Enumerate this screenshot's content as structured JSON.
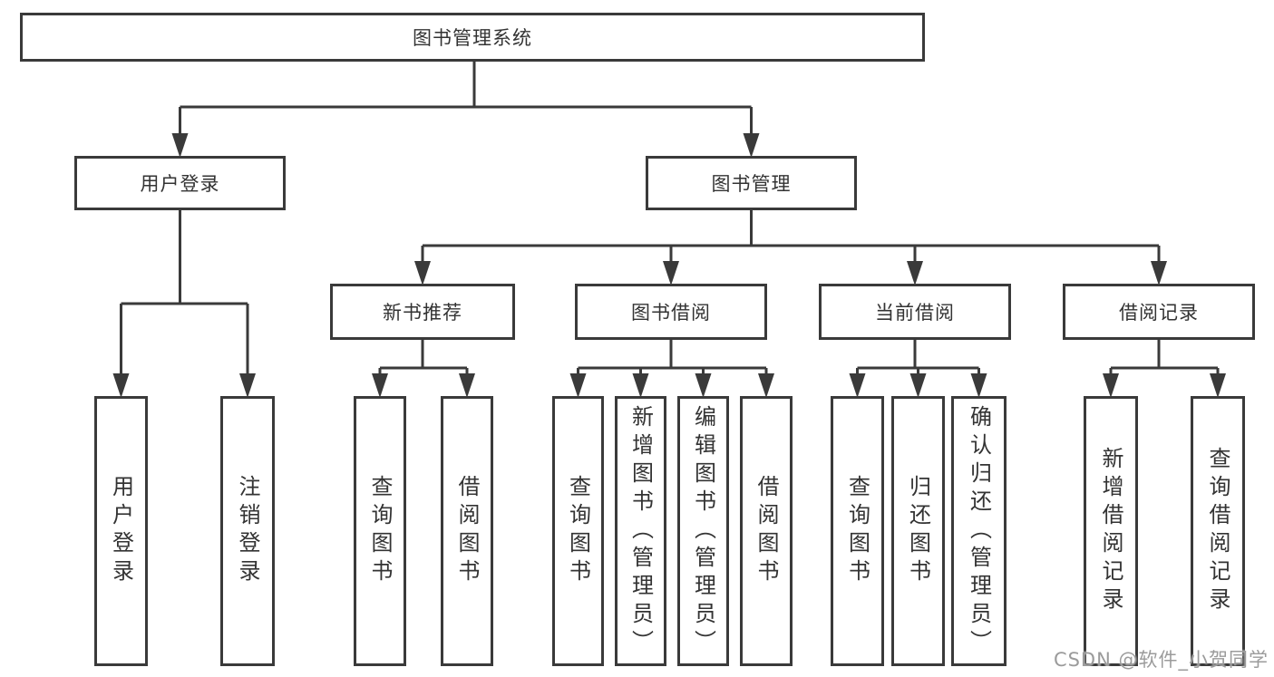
{
  "diagram_type": "hierarchy-flowchart",
  "colors": {
    "line": "#3a3a3a",
    "text": "#333333",
    "box_background": "#ffffff",
    "watermark": "#9b9b9b"
  },
  "tree": {
    "label": "图书管理系统",
    "children": [
      {
        "label": "用户登录",
        "children": [
          {
            "label": "用户登录"
          },
          {
            "label": "注销登录"
          }
        ]
      },
      {
        "label": "图书管理",
        "children": [
          {
            "label": "新书推荐",
            "children": [
              {
                "label": "查询图书"
              },
              {
                "label": "借阅图书"
              }
            ]
          },
          {
            "label": "图书借阅",
            "children": [
              {
                "label": "查询图书"
              },
              {
                "label": "新增图书（管理员）"
              },
              {
                "label": "编辑图书（管理员）"
              },
              {
                "label": "借阅图书"
              }
            ]
          },
          {
            "label": "当前借阅",
            "children": [
              {
                "label": "查询图书"
              },
              {
                "label": "归还图书"
              },
              {
                "label": "确认归还（管理员）"
              }
            ]
          },
          {
            "label": "借阅记录",
            "children": [
              {
                "label": "新增借阅记录"
              },
              {
                "label": "查询借阅记录"
              }
            ]
          }
        ]
      }
    ]
  },
  "watermark": "CSDN @软件_小贺同学"
}
